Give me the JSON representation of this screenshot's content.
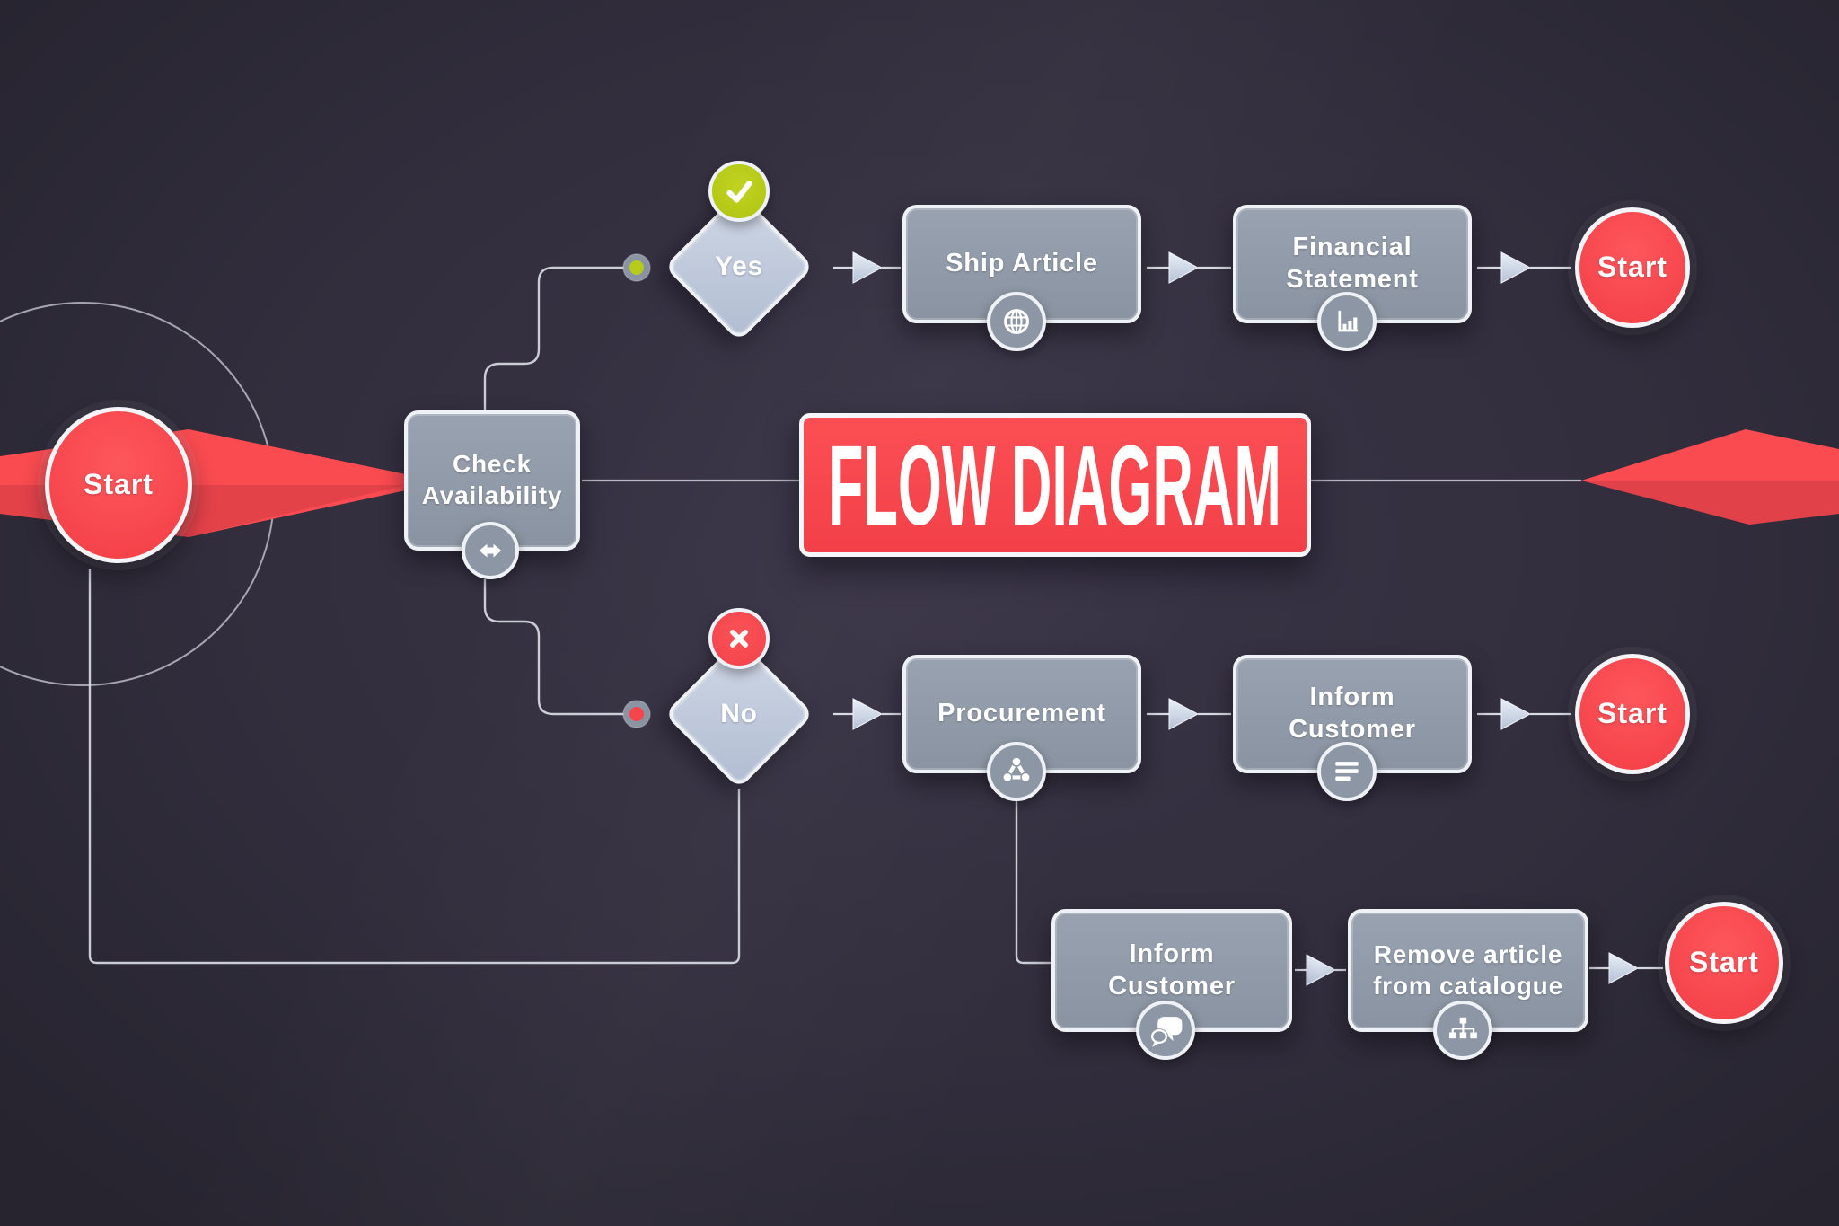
{
  "title": {
    "label": "FLOW DIAGRAM"
  },
  "colors": {
    "background": "#322e3d",
    "accent_red": "#f94b50",
    "node_gray": "#8d96a5",
    "diamond_fill": "#c0cadb",
    "border_white": "#eef1f6",
    "connector": "#d8dbe3",
    "yes_green": "#b6cb1b",
    "no_red": "#f6464c"
  },
  "nodes": {
    "start_left": {
      "label": "Start",
      "type": "start"
    },
    "check_availability": {
      "label": "Check\nAvailability",
      "type": "process"
    },
    "yes": {
      "label": "Yes",
      "type": "decision-outcome"
    },
    "ship_article": {
      "label": "Ship Article",
      "type": "process"
    },
    "financial_statement": {
      "label": "Financial\nStatement",
      "type": "process"
    },
    "start_top_right": {
      "label": "Start",
      "type": "start"
    },
    "no": {
      "label": "No",
      "type": "decision-outcome"
    },
    "procurement": {
      "label": "Procurement",
      "type": "process"
    },
    "inform_customer_mid": {
      "label": "Inform\nCustomer",
      "type": "process"
    },
    "start_mid_right": {
      "label": "Start",
      "type": "start"
    },
    "inform_customer_bottom": {
      "label": "Inform\nCustomer",
      "type": "process"
    },
    "remove_article": {
      "label": "Remove article\nfrom catalogue",
      "type": "process"
    },
    "start_bottom_right": {
      "label": "Start",
      "type": "start"
    }
  },
  "icons": {
    "check_availability": "swap-horizontal-icon",
    "yes_badge": "check-icon",
    "no_badge": "cross-icon",
    "ship_article": "globe-icon",
    "financial_statement": "bar-chart-icon",
    "procurement": "molecule-icon",
    "inform_customer_mid": "list-icon",
    "inform_customer_bottom": "chat-bubbles-icon",
    "remove_article": "sitemap-icon"
  }
}
